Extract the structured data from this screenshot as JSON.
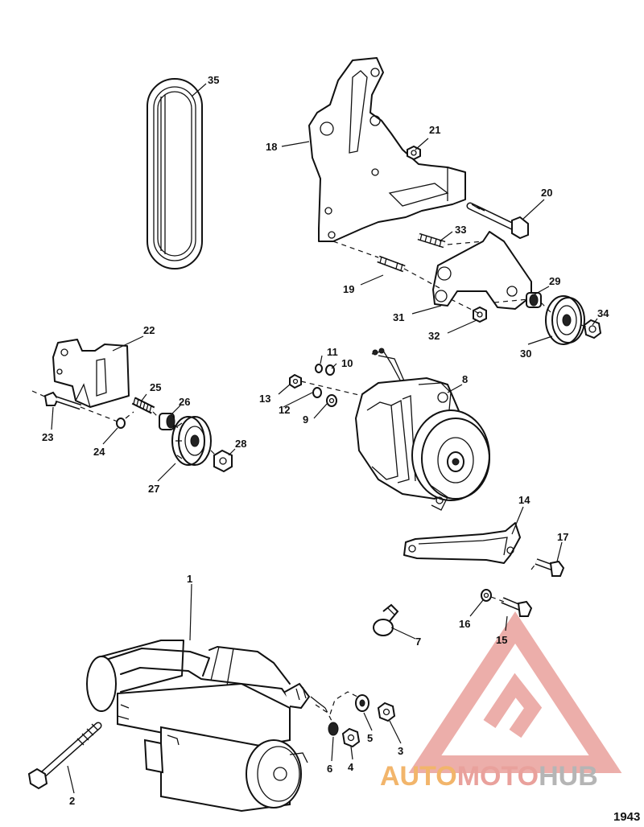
{
  "figure_number": "1943",
  "watermark": {
    "text_part1": "AUTO",
    "text_part2": "MOTO",
    "text_part3": "HUB",
    "color_orange": "#f2b56b",
    "color_red": "#e9a19c",
    "color_gray": "#b5b5b5"
  },
  "callouts": [
    "1",
    "2",
    "3",
    "4",
    "5",
    "6",
    "7",
    "8",
    "9",
    "10",
    "11",
    "12",
    "13",
    "14",
    "15",
    "16",
    "17",
    "18",
    "19",
    "20",
    "21",
    "22",
    "23",
    "24",
    "25",
    "26",
    "27",
    "28",
    "29",
    "30",
    "31",
    "32",
    "33",
    "34",
    "35"
  ]
}
